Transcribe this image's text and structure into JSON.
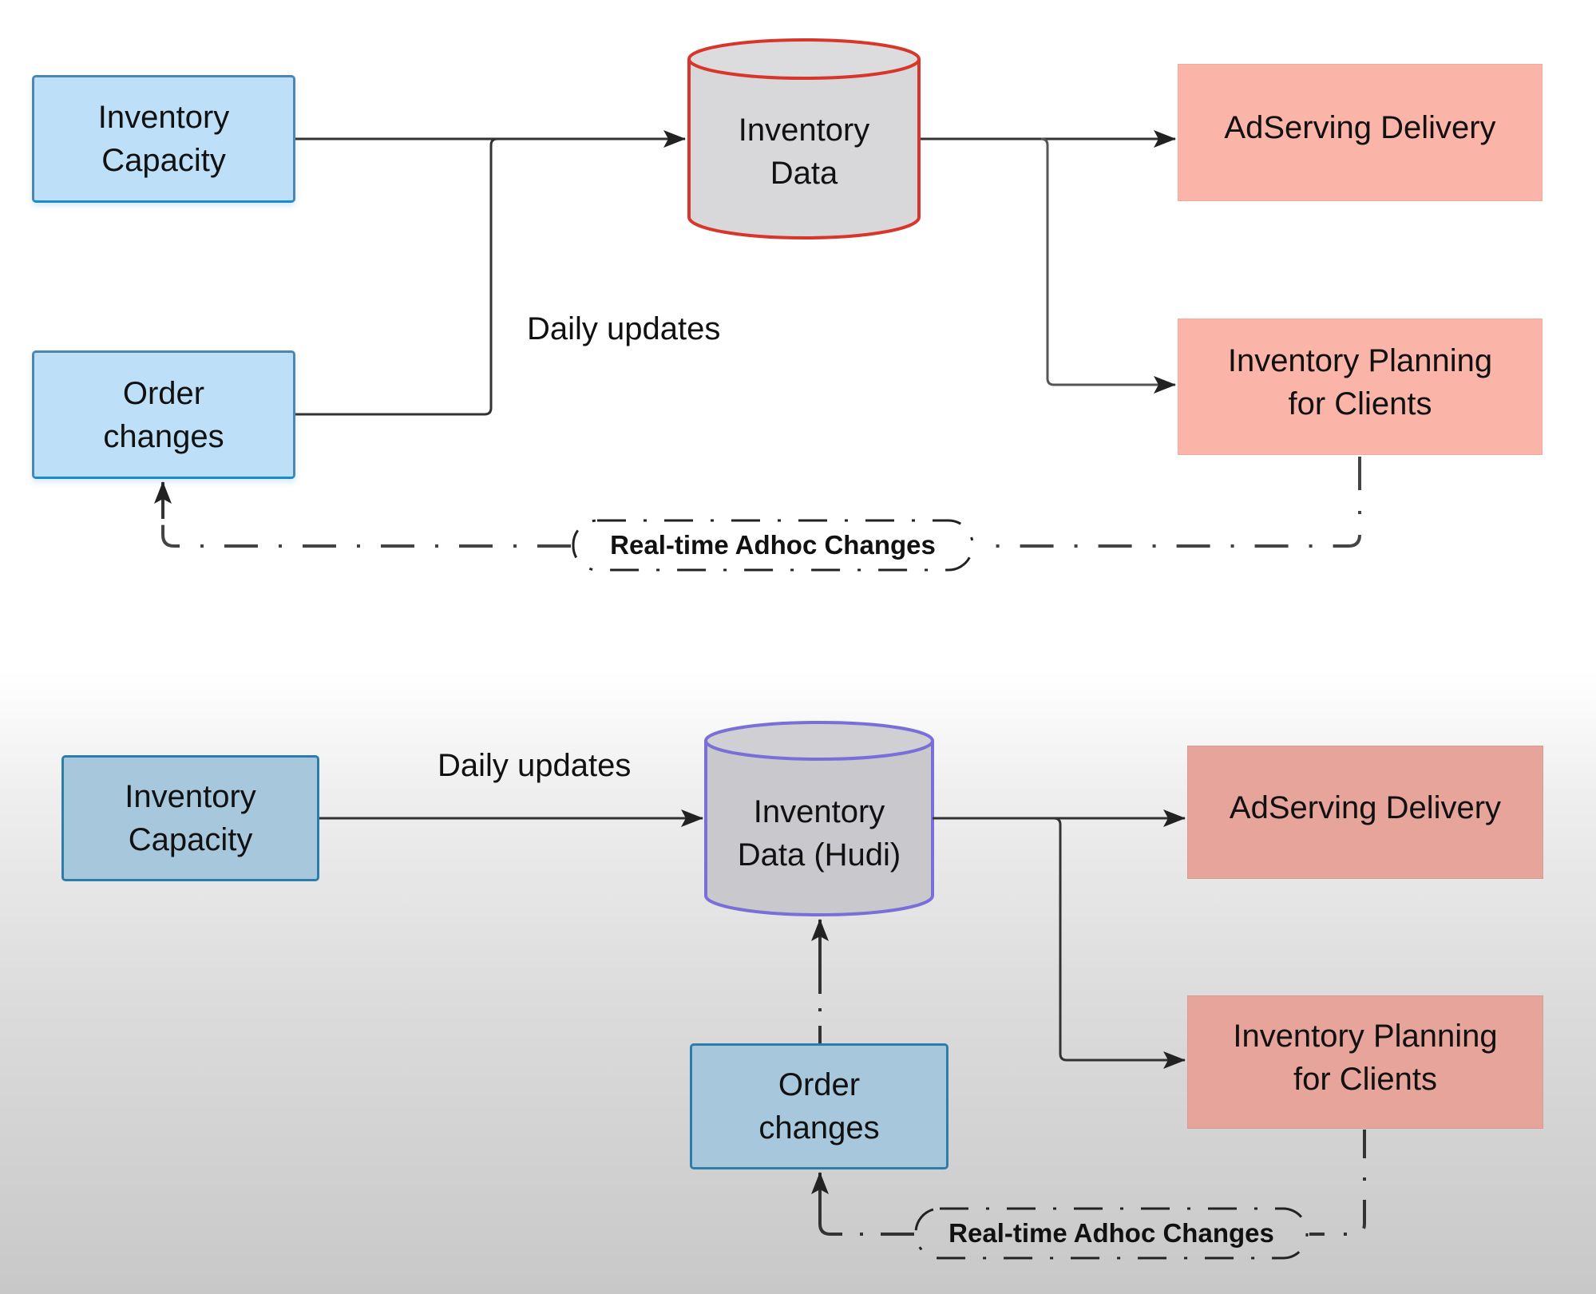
{
  "colors": {
    "input_box_fill": "#bde0f8",
    "output_box_fill": "#fbb4a8",
    "legacy_store_border": "#d9362b",
    "hudi_store_border": "#7a6fd8",
    "store_fill": "#d5d5d7",
    "connector": "#333333"
  },
  "top_diagram": {
    "sources": {
      "inventory_capacity": "Inventory\nCapacity",
      "order_changes": "Order\nchanges"
    },
    "store": "Inventory\nData",
    "edge_label": "Daily updates",
    "consumers": {
      "adserving": "AdServing Delivery",
      "planning": "Inventory Planning\nfor Clients"
    },
    "feedback_label": "Real-time Adhoc Changes"
  },
  "bottom_diagram": {
    "sources": {
      "inventory_capacity": "Inventory\nCapacity",
      "order_changes": "Order\nchanges"
    },
    "store": "Inventory\nData (Hudi)",
    "edge_label": "Daily updates",
    "consumers": {
      "adserving": "AdServing Delivery",
      "planning": "Inventory Planning\nfor Clients"
    },
    "feedback_label": "Real-time Adhoc Changes"
  }
}
